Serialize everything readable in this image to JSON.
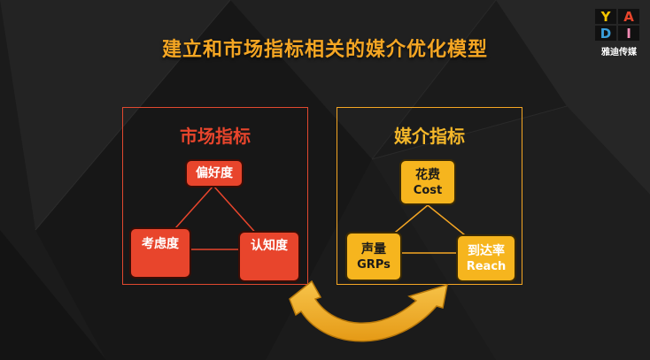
{
  "title": "建立和市场指标相关的媒介优化模型",
  "logo": {
    "letters": [
      "Y",
      "A",
      "D",
      "I"
    ],
    "colors": [
      "#f5c400",
      "#e8452c",
      "#3aa0dc",
      "#f28bb5"
    ],
    "text": "雅迪传媒"
  },
  "left_panel": {
    "title": "市场指标",
    "nodes": [
      {
        "label": "偏好度"
      },
      {
        "label": "考虑度"
      },
      {
        "label": "认知度"
      }
    ]
  },
  "right_panel": {
    "title": "媒介指标",
    "nodes": [
      {
        "label": "花费",
        "sub": "Cost"
      },
      {
        "label": "声量",
        "sub": "GRPs"
      },
      {
        "label": "到达率",
        "sub": "Reach"
      }
    ]
  },
  "colors": {
    "market_accent": "#e8452c",
    "media_accent": "#f5a623",
    "arrow": "#f5b82a",
    "background": "#1a1a1a"
  }
}
